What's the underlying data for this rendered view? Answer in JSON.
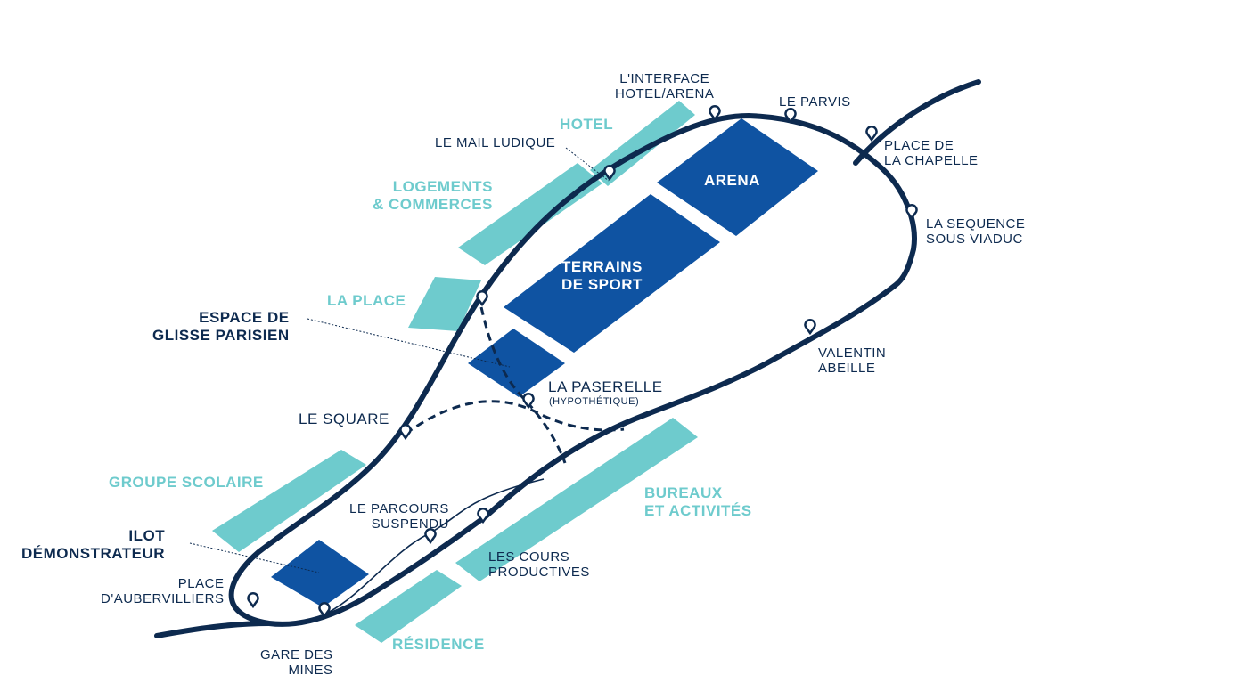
{
  "colors": {
    "navy": "#0d2a4f",
    "blue": "#0f53a2",
    "teal": "#6ecbcd",
    "background": "#ffffff"
  },
  "zones_navy": {
    "arena": "ARENA",
    "terrains": [
      "TERRAINS",
      "DE SPORT"
    ]
  },
  "zones_teal": {
    "hotel": "HOTEL",
    "logements": [
      "LOGEMENTS",
      "& COMMERCES"
    ],
    "la_place": "LA PLACE",
    "groupe_scolaire": "GROUPE SCOLAIRE",
    "bureaux": [
      "BUREAUX",
      "ET ACTIVITÉS"
    ],
    "residence": "RÉSIDENCE"
  },
  "annotations": {
    "espace_glisse": [
      "ESPACE DE",
      "GLISSE PARISIEN"
    ],
    "ilot": [
      "ILOT",
      "DÉMONSTRATEUR"
    ]
  },
  "stops": {
    "interface": [
      "L'INTERFACE",
      "HOTEL/ARENA"
    ],
    "parvis": "LE PARVIS",
    "chapelle": [
      "PLACE DE",
      "LA CHAPELLE"
    ],
    "sequence": [
      "LA SEQUENCE",
      "SOUS VIADUC"
    ],
    "valentin": [
      "VALENTIN",
      "ABEILLE"
    ],
    "mail_ludique": "LE MAIL LUDIQUE",
    "paserelle": "LA PASERELLE",
    "paserelle_note": "(HYPOTHÉTIQUE)",
    "square": "LE SQUARE",
    "parcours": [
      "LE PARCOURS",
      "SUSPENDU"
    ],
    "cours": [
      "LES COURS",
      "PRODUCTIVES"
    ],
    "aubervilliers": [
      "PLACE",
      "D'AUBERVILLIERS"
    ],
    "gare": [
      "GARE DES",
      "MINES"
    ]
  },
  "icons": {
    "pin": "map-pin-icon"
  }
}
